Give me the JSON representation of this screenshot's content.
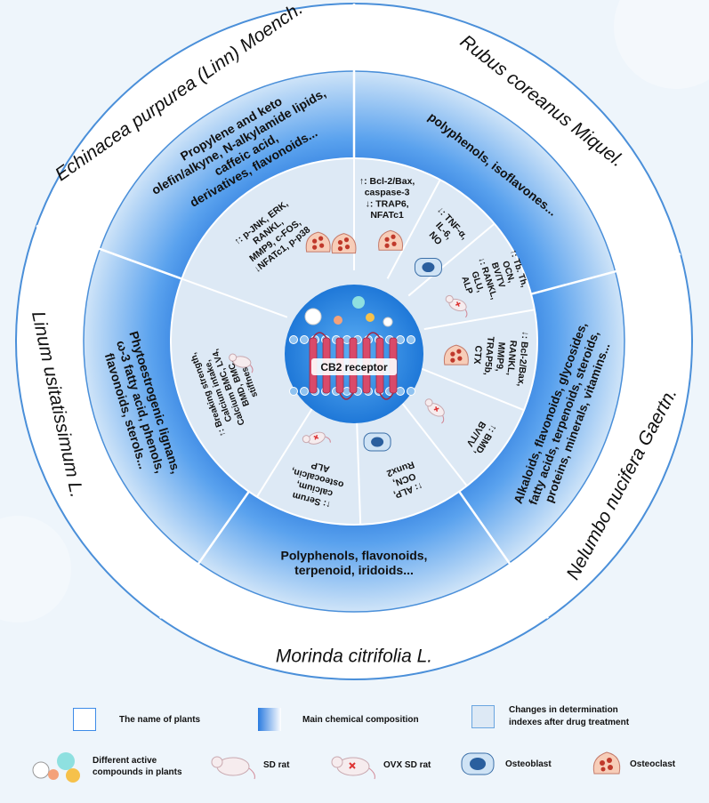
{
  "center": {
    "label": "CB2 receptor"
  },
  "plants": [
    {
      "name": "Echinacea purpurea (Linn) Moench."
    },
    {
      "name": "Rubus coreanus Miquel."
    },
    {
      "name": "Nelumbo nucifera Gaertn."
    },
    {
      "name": "Morinda citrifolia L."
    },
    {
      "name": "Linum usitatissimum L."
    }
  ],
  "compositions": [
    {
      "lines": [
        "Propylene and keto",
        "olefin/alkyne, N-alkylamide lipids,",
        "caffeic acid,",
        "derivatives, flavonoids..."
      ]
    },
    {
      "lines": [
        "polyphenols, isoflavones..."
      ]
    },
    {
      "lines": [
        "Alkaloids, flavonoids, glycosides,",
        "fatty acids, terpenoids, steroids,",
        "proteins, minerals, vitamins..."
      ]
    },
    {
      "lines": [
        "Polyphenols, flavonoids,",
        "terpenoid, iridoids..."
      ]
    },
    {
      "lines": [
        "Phytoestrogenic lignans,",
        "ω-3 fatty acid, phenols,",
        "flavonoids, sterols..."
      ]
    }
  ],
  "indexes": [
    {
      "lines": [
        "↑: p-JNK, ERK,",
        "RANKL,",
        "MMP9, c-FOS,",
        "↓NFATc1, p-p38"
      ]
    },
    {
      "lines": [
        "↑: Bcl-2/Bax,",
        "caspase-3",
        "↓: TRAP6,",
        "NFATc1"
      ]
    },
    {
      "lines": [
        "↓: TNF-α,",
        "IL-6,",
        "NO"
      ]
    },
    {
      "lines": [
        "↑: Tb. Th,",
        "OCN,",
        "BV/TV",
        "↓: RANKL,",
        "GLU,",
        "ALP"
      ]
    },
    {
      "lines": [
        "↓: Bcl-2/Bax,",
        "RANKL,",
        "MMP9,",
        "TRAP5b,",
        "CTX"
      ]
    },
    {
      "lines": [
        "↑: BMD,",
        "BV/TV"
      ]
    },
    {
      "lines": [
        "↑: ALP,",
        "OCN,",
        "Runx2"
      ]
    },
    {
      "lines": [
        "↑: Serum",
        "calcium,",
        "osteocalcin,",
        "ALP"
      ]
    },
    {
      "lines": [
        "↑: Breaking strength,",
        "Calcium intake,",
        "Calcium BMC, LV4,",
        "BMD, BMC,",
        "stiffness"
      ]
    }
  ],
  "legend": {
    "plants_label": "The name of plants",
    "composition_label": "Main chemical composition",
    "changes_label_1": "Changes in determination",
    "changes_label_2": "indexes after drug treatment",
    "compounds_label_1": "Different active",
    "compounds_label_2": "compounds in plants",
    "rat_label": "SD rat",
    "ovx_label": "OVX SD rat",
    "osteoblast_label": "Osteoblast",
    "osteoclast_label": "Osteoclast"
  },
  "colors": {
    "outer_ring": "#ffffff",
    "composition_blue": "#3d8be8",
    "index_fill": "#dde9f5",
    "receptor": "#d94a6a",
    "core_blue": "#2f86e4"
  }
}
